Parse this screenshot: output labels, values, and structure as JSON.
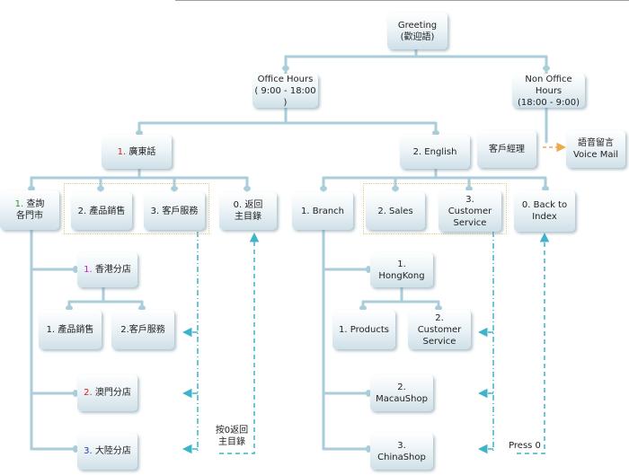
{
  "nodes": {
    "greeting": "Greeting\n(歡迎語)",
    "office_hours": "Office Hours\n( 9:00 - 18:00 )",
    "non_office_hours": "Non Office Hours\n(18:00 - 9:00)",
    "cantonese_num": "1.",
    "cantonese_label": " 廣東話",
    "english": "2. English",
    "agent": "客戶經理",
    "voice_mail": "語音留言\nVoice Mail",
    "c_query_num": "1.",
    "c_query_label": " 查詢\n各門市",
    "c_sales": "2. 產品銷售",
    "c_service": "3. 客戶服務",
    "c_back": "0. 返回\n主目錄",
    "e_branch": "1. Branch",
    "e_sales": "2. Sales",
    "e_service": "3.\nCustomer\nService",
    "e_back": "0. Back to\nIndex",
    "hk_num": "1.",
    "hk_label": " 香港分店",
    "hk_products": "1. 產品銷售",
    "hk_service": "2.客戶服務",
    "macau_num": "2.",
    "macau_label": " 澳門分店",
    "china_num": "3.",
    "china_label": " 大陸分店",
    "e_hongkong": "1.\nHongKong",
    "e_products": "1. Products",
    "e_cust_service": "2.\nCustomer\nService",
    "e_macau": "2.\nMacauShop",
    "e_china": "3.\nChinaShop"
  },
  "notes": {
    "press0_zh": "按0返回\n主目錄",
    "press0_en": "Press 0"
  },
  "colors": {
    "line": "#a9cdda",
    "dash": "#3db4cc",
    "orange": "#f0a84a",
    "num_green": "#2a9a2a",
    "num_red": "#d42020",
    "num_magenta": "#c223c2",
    "num_blue": "#2240b8"
  }
}
